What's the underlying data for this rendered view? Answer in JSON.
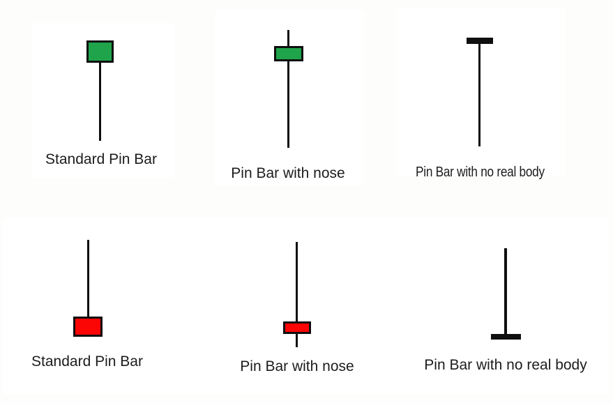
{
  "diagram": {
    "type": "candlestick-pin-bar-patterns",
    "rows": [
      {
        "direction": "bullish",
        "items": [
          {
            "label": "Standard Pin Bar",
            "pattern": "standard"
          },
          {
            "label": "Pin Bar with nose",
            "pattern": "with-nose"
          },
          {
            "label": "Pin Bar with no real body",
            "pattern": "no-real-body"
          }
        ]
      },
      {
        "direction": "bearish",
        "items": [
          {
            "label": "Standard Pin Bar",
            "pattern": "standard"
          },
          {
            "label": "Pin Bar with nose",
            "pattern": "with-nose"
          },
          {
            "label": "Pin Bar with no real body",
            "pattern": "no-real-body"
          }
        ]
      }
    ]
  },
  "colors": {
    "bullish_body": "#1fa44b",
    "bearish_body": "#fb0505",
    "candle_outline": "#0f0f0f",
    "label_text": "#1c1c1c",
    "page_background": "#fdfdfb",
    "panel_background": "#ffffff"
  }
}
